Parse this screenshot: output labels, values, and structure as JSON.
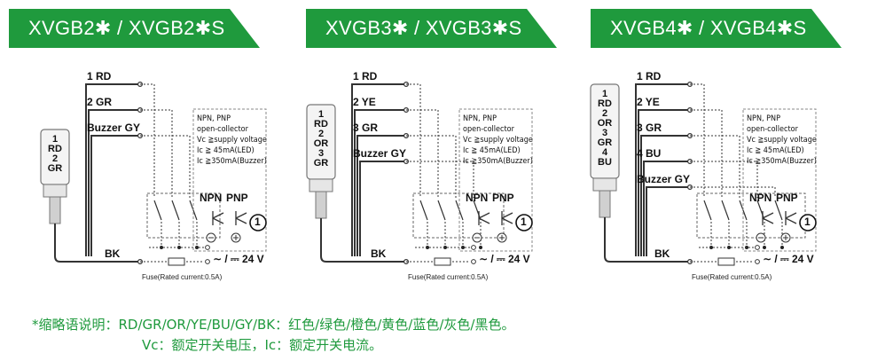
{
  "panels": [
    {
      "title": "XVGB2✱ / XVGB2✱S",
      "lamp": [
        "1",
        "RD",
        "2",
        "GR"
      ],
      "wires": [
        "1 RD",
        "2 GR",
        "Buzzer GY"
      ],
      "bk": "BK",
      "specs": [
        "NPN, PNP",
        "open-collector",
        "Vc ≧supply voltage",
        "Ic ≧ 45mA(LED)",
        "Ic ≧350mA(Buzzer)"
      ],
      "npn": "NPN",
      "pnp": "PNP",
      "circle": "1",
      "voltage": "∼ / ⎓ 24 V",
      "fuse": "Fuse(Rated current:0.5A)"
    },
    {
      "title": "XVGB3✱ / XVGB3✱S",
      "lamp": [
        "1",
        "RD",
        "2",
        "OR",
        "3",
        "GR"
      ],
      "wires": [
        "1 RD",
        "2 YE",
        "3 GR",
        "Buzzer GY"
      ],
      "bk": "BK",
      "specs": [
        "NPN, PNP",
        "open-collector",
        "Vc ≧supply voltage",
        "Ic ≧ 45mA(LED)",
        "Ic ≧350mA(Buzzer)"
      ],
      "npn": "NPN",
      "pnp": "PNP",
      "circle": "1",
      "voltage": "∼ / ⎓ 24 V",
      "fuse": "Fuse(Rated current:0.5A)"
    },
    {
      "title": "XVGB4✱ / XVGB4✱S",
      "lamp": [
        "1",
        "RD",
        "2",
        "OR",
        "3",
        "GR",
        "4",
        "BU"
      ],
      "wires": [
        "1 RD",
        "2 YE",
        "3 GR",
        "4 BU",
        "Buzzer GY"
      ],
      "bk": "BK",
      "specs": [
        "NPN, PNP",
        "open-collector",
        "Vc ≧supply voltage",
        "Ic ≧ 45mA(LED)",
        "Ic ≧350mA(Buzzer)"
      ],
      "npn": "NPN",
      "pnp": "PNP",
      "circle": "1",
      "voltage": "∼ / ⎓ 24 V",
      "fuse": "Fuse(Rated current:0.5A)"
    }
  ],
  "footnote": {
    "line1": "*缩略语说明：RD/GR/OR/YE/BU/GY/BK：红色/绿色/橙色/黄色/蓝色/灰色/黑色。",
    "line2": "Vc：额定开关电压，Ic：额定开关电流。"
  },
  "colors": {
    "banner": "#1f9a3d",
    "footnote": "#1f9a3d"
  }
}
